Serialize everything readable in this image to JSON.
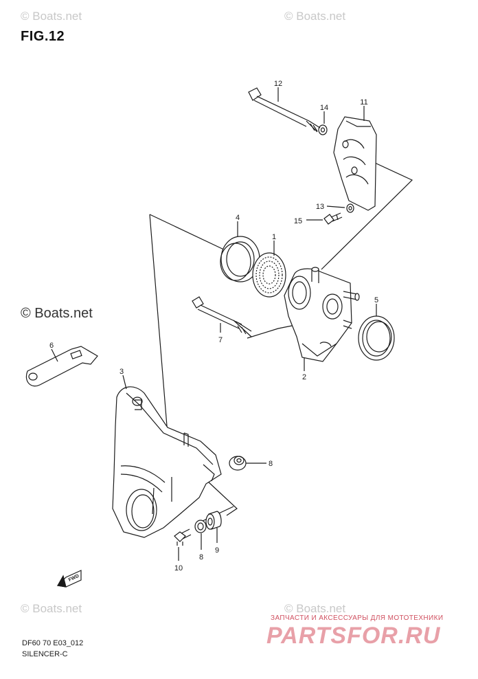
{
  "figure": {
    "title": "FIG.12"
  },
  "watermarks": [
    {
      "text": "© Boats.net"
    },
    {
      "text": "© Boats.net"
    },
    {
      "text": "© Boats.net"
    },
    {
      "text": "© Boats.net"
    },
    {
      "text": "© Boats.net"
    }
  ],
  "callouts": [
    {
      "num": "12",
      "part": "bolt-long"
    },
    {
      "num": "14",
      "part": "washer"
    },
    {
      "num": "11",
      "part": "bracket"
    },
    {
      "num": "13",
      "part": "washer"
    },
    {
      "num": "15",
      "part": "bolt"
    },
    {
      "num": "4",
      "part": "ring-seal"
    },
    {
      "num": "1",
      "part": "screen-filter"
    },
    {
      "num": "5",
      "part": "gasket"
    },
    {
      "num": "7",
      "part": "bolt"
    },
    {
      "num": "2",
      "part": "silencer-housing"
    },
    {
      "num": "6",
      "part": "strap"
    },
    {
      "num": "3",
      "part": "silencer-case"
    },
    {
      "num": "8",
      "part": "grommet"
    },
    {
      "num": "8",
      "part": "grommet"
    },
    {
      "num": "9",
      "part": "collar"
    },
    {
      "num": "10",
      "part": "bolt"
    }
  ],
  "fwd_label": "FWD",
  "footer": {
    "code": "DF60 70 E03_012",
    "name": "SILENCER-C"
  },
  "brand": {
    "tagline": "ЗАПЧАСТИ И АКСЕССУАРЫ ДЛЯ МОТОТЕХНИКИ",
    "logo": "PARTSFOR.RU"
  }
}
